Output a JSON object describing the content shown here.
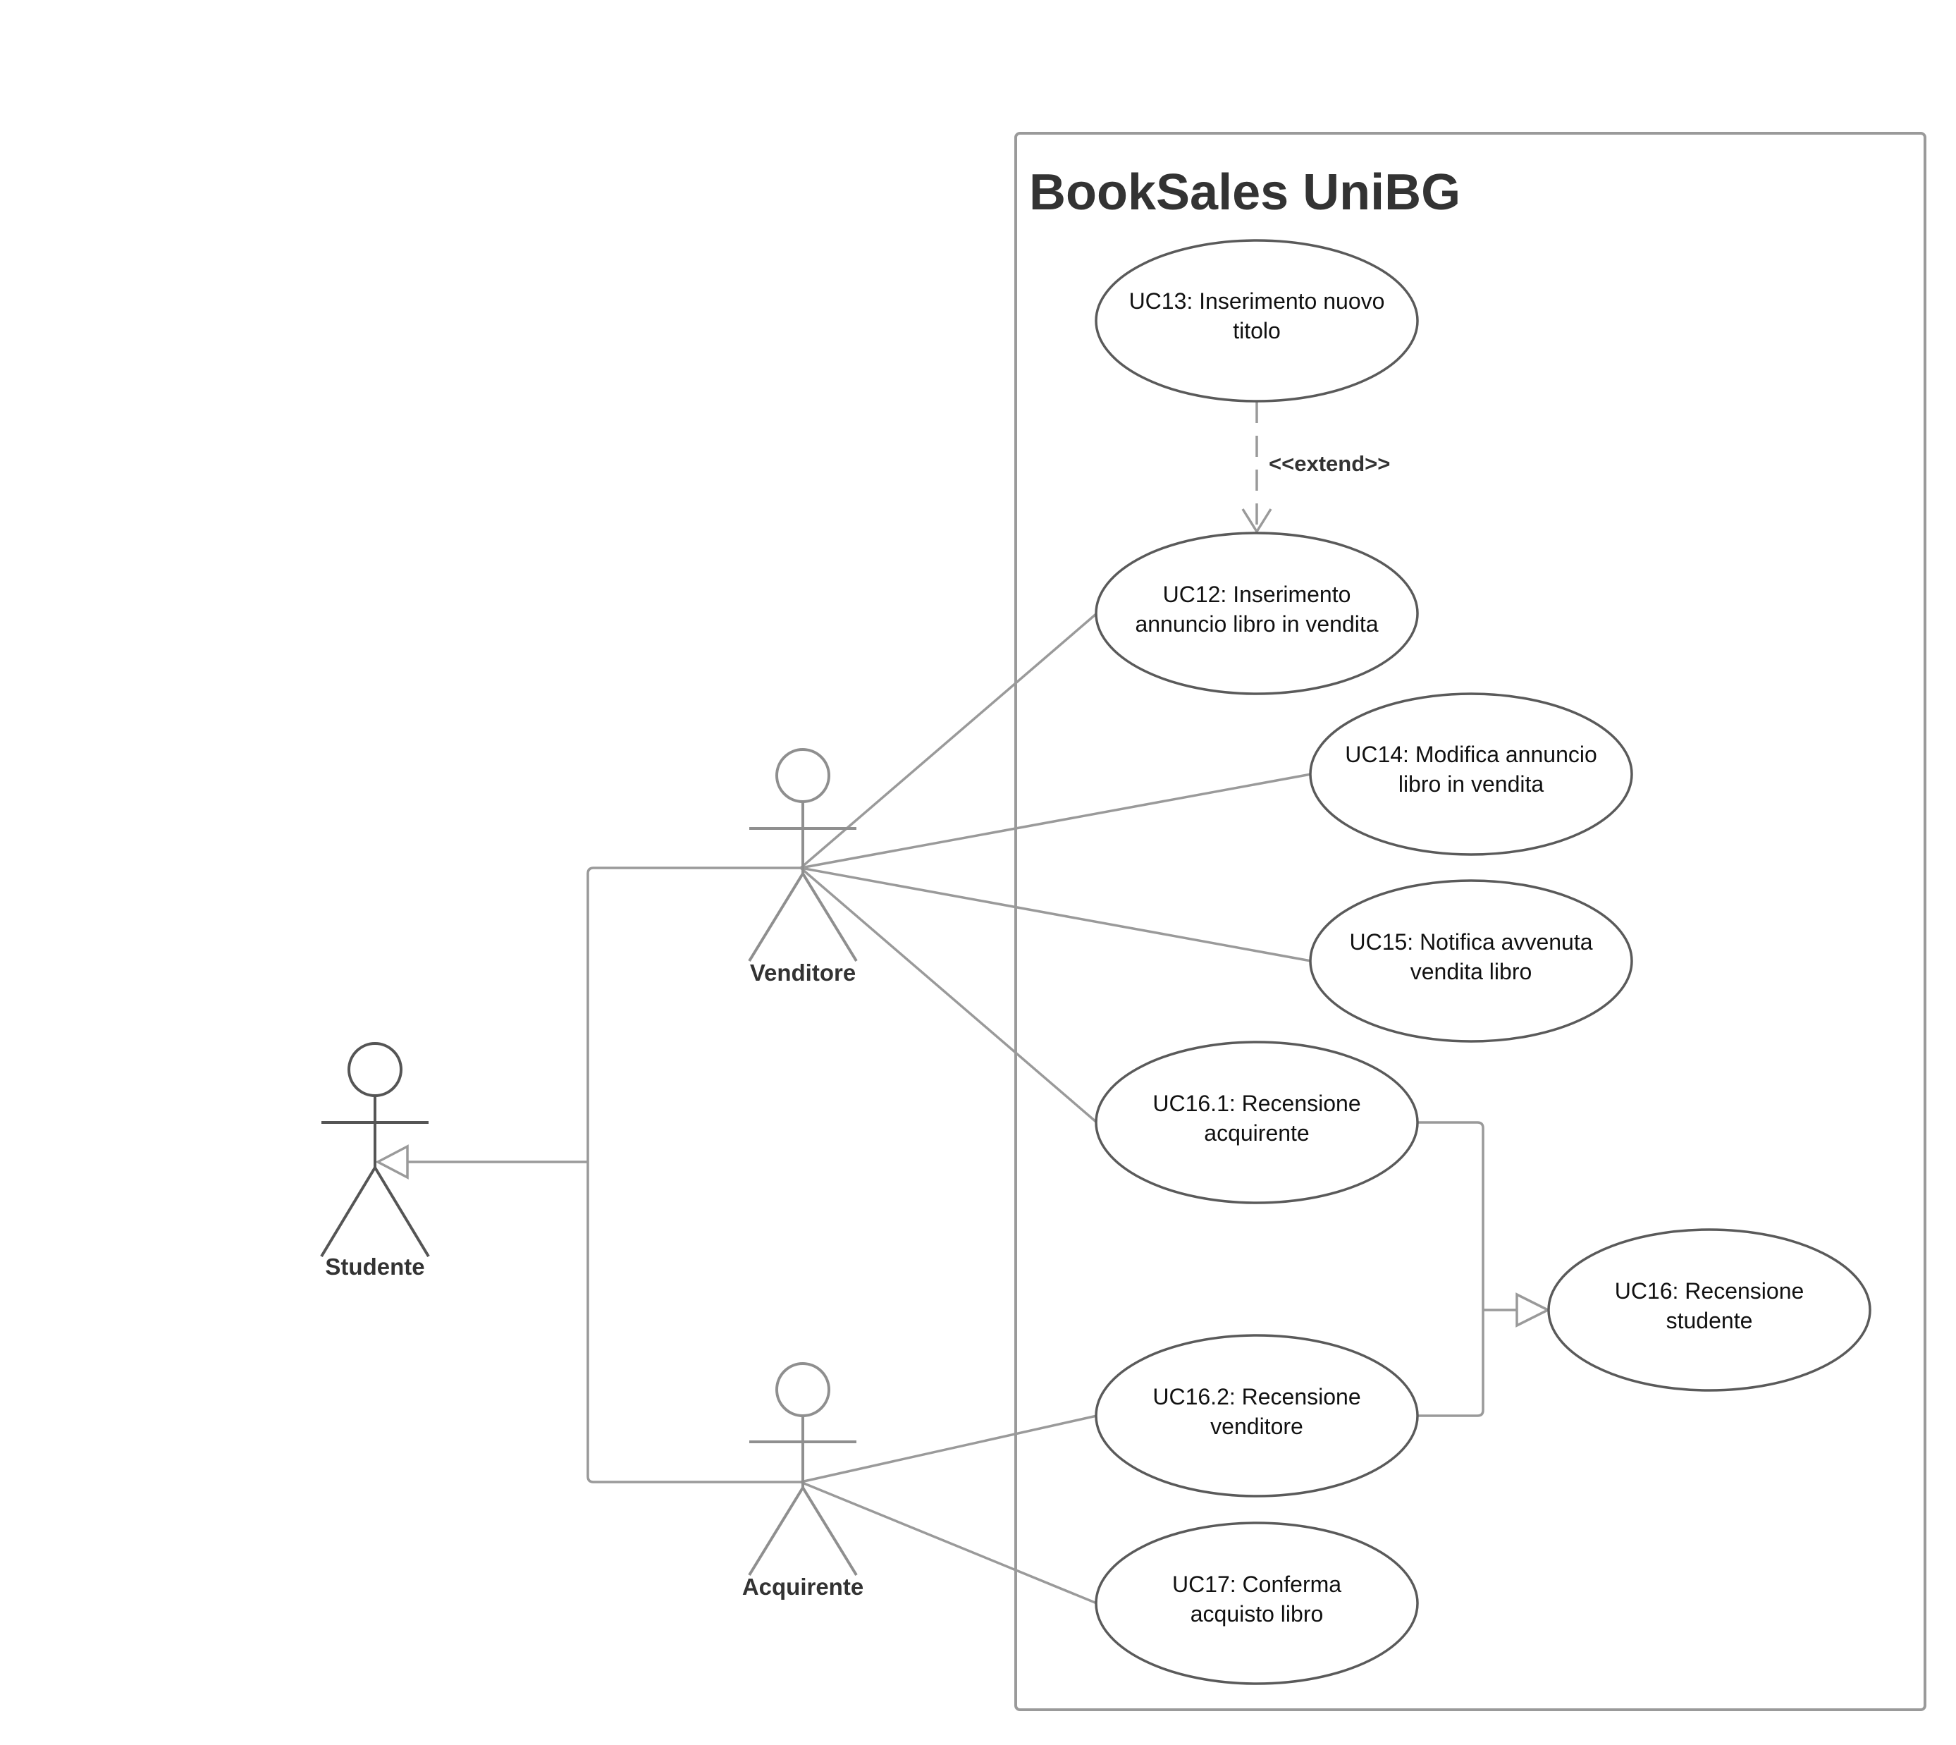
{
  "system": {
    "title": "BookSales UniBG"
  },
  "actors": [
    {
      "id": "studente",
      "label": "Studente"
    },
    {
      "id": "venditore",
      "label": "Venditore"
    },
    {
      "id": "acquirente",
      "label": "Acquirente"
    }
  ],
  "use_cases": [
    {
      "id": "uc13",
      "lines": [
        "UC13: Inserimento nuovo",
        "titolo"
      ]
    },
    {
      "id": "uc12",
      "lines": [
        "UC12: Inserimento",
        "annuncio libro in vendita"
      ]
    },
    {
      "id": "uc14",
      "lines": [
        "UC14: Modifica annuncio",
        "libro in vendita"
      ]
    },
    {
      "id": "uc15",
      "lines": [
        "UC15: Notifica avvenuta",
        "vendita libro"
      ]
    },
    {
      "id": "uc16_1",
      "lines": [
        "UC16.1: Recensione",
        "acquirente"
      ]
    },
    {
      "id": "uc16",
      "lines": [
        "UC16: Recensione",
        "studente"
      ]
    },
    {
      "id": "uc16_2",
      "lines": [
        "UC16.2: Recensione",
        "venditore"
      ]
    },
    {
      "id": "uc17",
      "lines": [
        "UC17: Conferma",
        "acquisto libro"
      ]
    }
  ],
  "relations": {
    "extend_label": "<<extend>>",
    "extend": {
      "from": "uc13",
      "to": "uc12"
    },
    "actor_generalization": {
      "children": [
        "venditore",
        "acquirente"
      ],
      "parent": "studente"
    },
    "usecase_generalization": {
      "children": [
        "uc16_1",
        "uc16_2"
      ],
      "parent": "uc16"
    },
    "associations": [
      {
        "actor": "venditore",
        "use_case": "uc12"
      },
      {
        "actor": "venditore",
        "use_case": "uc14"
      },
      {
        "actor": "venditore",
        "use_case": "uc15"
      },
      {
        "actor": "venditore",
        "use_case": "uc16_1"
      },
      {
        "actor": "acquirente",
        "use_case": "uc16_2"
      },
      {
        "actor": "acquirente",
        "use_case": "uc17"
      }
    ]
  }
}
